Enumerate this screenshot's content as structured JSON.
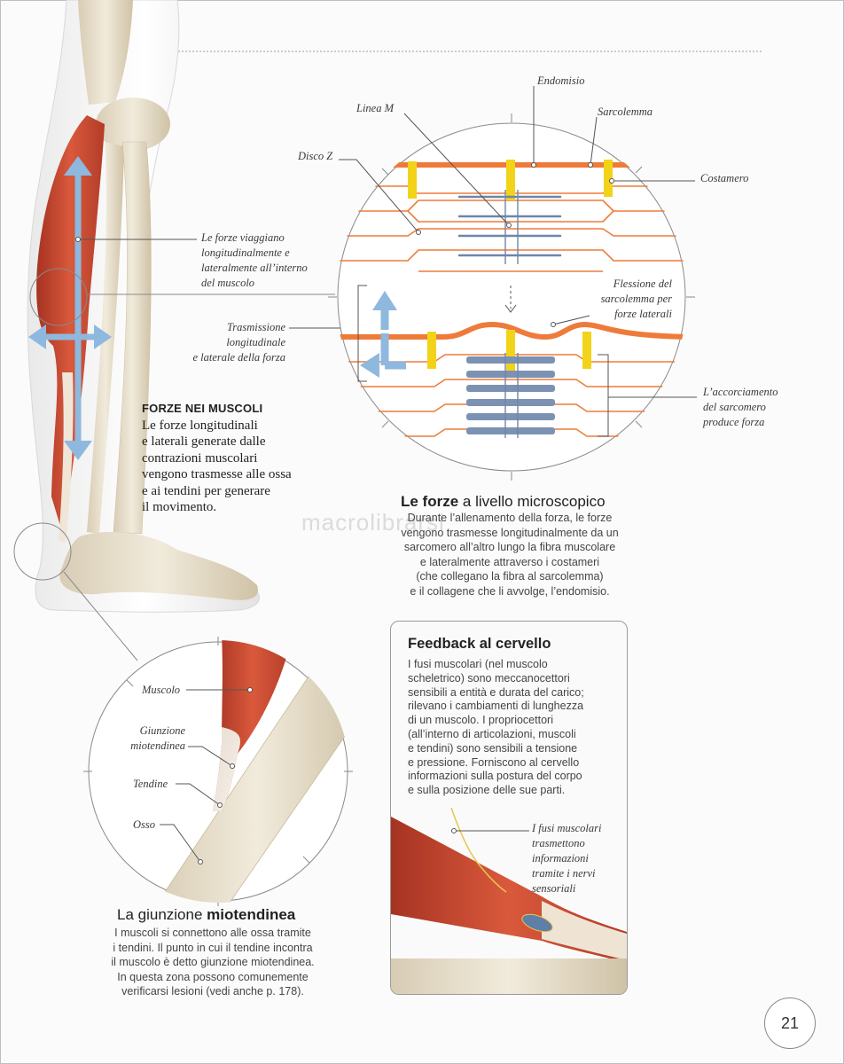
{
  "labels": {
    "endomisio": "Endomisio",
    "linea_m": "Linea M",
    "sarcolemma": "Sarcolemma",
    "disco_z": "Disco Z",
    "costamero": "Costamero",
    "forze_viaggiano": [
      "Le forze viaggiano",
      "longitudinalmente e",
      "lateralmente all’interno",
      "del muscolo"
    ],
    "flessione": [
      "Flessione del",
      "sarcolemma per",
      "forze laterali"
    ],
    "trasmissione": [
      "Trasmissione",
      "longitudinale",
      "e laterale della forza"
    ],
    "accorciamento": [
      "L’accorciamento",
      "del sarcomero",
      "produce forza"
    ],
    "muscolo": "Muscolo",
    "giunzione": [
      "Giunzione",
      "miotendinea"
    ],
    "tendine": "Tendine",
    "osso": "Osso",
    "fusi": [
      "I fusi muscolari",
      "trasmettono",
      "informazioni",
      "tramite i nervi",
      "sensoriali"
    ]
  },
  "forze_muscoli": {
    "heading": "FORZE NEI MUSCOLI",
    "lines": [
      "Le forze longitudinali",
      "e laterali generate dalle",
      "contrazioni muscolari",
      "vengono trasmesse alle ossa",
      "e ai tendini per generare",
      "il movimento."
    ]
  },
  "micro": {
    "title_bold": "Le forze",
    "title_rest": " a livello microscopico",
    "lines": [
      "Durante l’allenamento della forza, le forze",
      "vengono trasmesse longitudinalmente da un",
      "sarcomero all’altro lungo la fibra muscolare",
      "e lateralmente attraverso i costameri",
      "(che collegano la fibra al sarcolemma)",
      "e il collagene che li avvolge, l’endomisio."
    ]
  },
  "giunzione": {
    "title_rest": "La giunzione ",
    "title_bold": "miotendinea",
    "lines": [
      "I muscoli si connettono alle ossa tramite",
      "i tendini. Il punto in cui il tendine incontra",
      "il muscolo è detto giunzione miotendinea.",
      "In questa zona possono comunemente",
      "verificarsi lesioni (vedi anche p. 178)."
    ]
  },
  "feedback": {
    "title": "Feedback al cervello",
    "lines": [
      "I fusi muscolari (nel muscolo",
      "scheletrico) sono meccanocettori",
      "sensibili a entità e durata del carico;",
      "rilevano i cambiamenti di lunghezza",
      "di un muscolo. I propriocettori",
      "(all’interno di articolazioni, muscoli",
      "e tendini) sono sensibili a tensione",
      "e pressione. Forniscono al cervello",
      "informazioni sulla postura del corpo",
      "e sulla posizione delle sue parti."
    ]
  },
  "watermark": "macrolibrarsi",
  "page_number": "21",
  "colors": {
    "muscle": "#c8472f",
    "arrow": "#8fb8de",
    "fiber": "#ee7b3a",
    "costamer": "#f3d319",
    "filament": "#6e86a8"
  }
}
